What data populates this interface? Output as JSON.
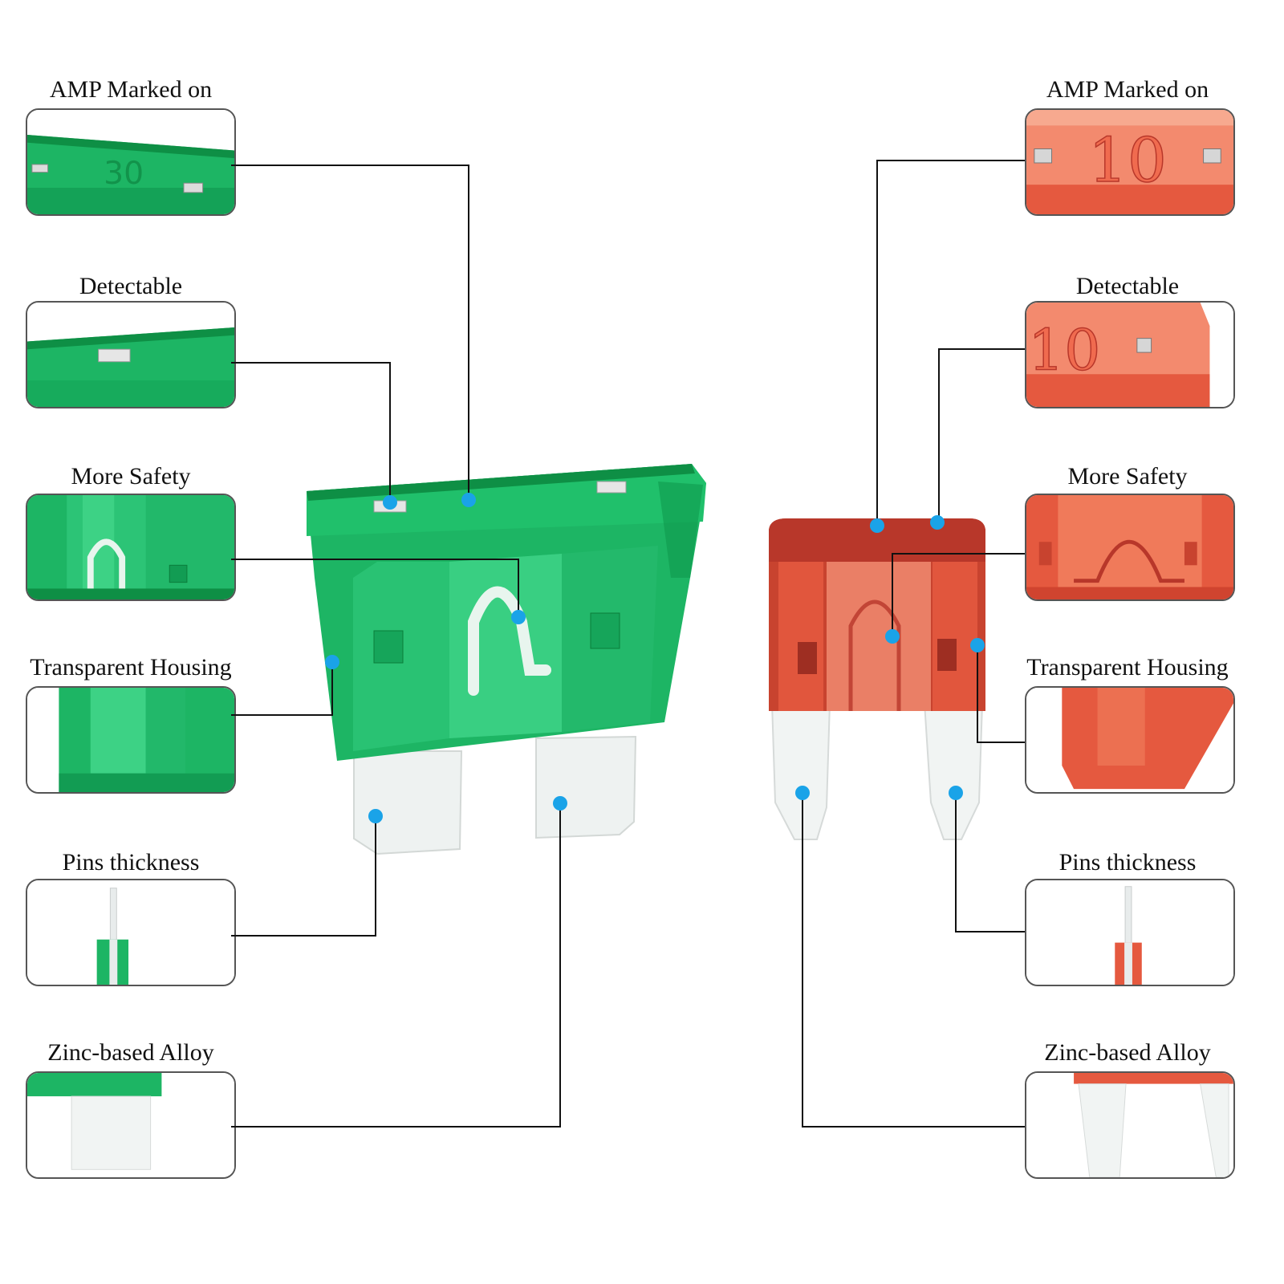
{
  "colors": {
    "green": "#1db564",
    "green_dark": "#0e8f45",
    "green_light": "#4fd38a",
    "red": "#e5593f",
    "red_dark": "#b8372a",
    "red_light": "#f38a6e",
    "pin": "#eef2f1",
    "dot": "#1aa3e8",
    "line": "#111111"
  },
  "left_callouts": [
    {
      "id": "amp",
      "label": "AMP Marked on",
      "number": "30"
    },
    {
      "id": "detectable",
      "label": "Detectable"
    },
    {
      "id": "safety",
      "label": "More Safety"
    },
    {
      "id": "housing",
      "label": "Transparent Housing"
    },
    {
      "id": "pins",
      "label": "Pins thickness"
    },
    {
      "id": "alloy",
      "label": "Zinc-based Alloy"
    }
  ],
  "right_callouts": [
    {
      "id": "amp",
      "label": "AMP Marked on",
      "number": "10"
    },
    {
      "id": "detectable",
      "label": "Detectable",
      "number": "10"
    },
    {
      "id": "safety",
      "label": "More Safety"
    },
    {
      "id": "housing",
      "label": "Transparent Housing"
    },
    {
      "id": "pins",
      "label": "Pins thickness"
    },
    {
      "id": "alloy",
      "label": "Zinc-based Alloy"
    }
  ]
}
